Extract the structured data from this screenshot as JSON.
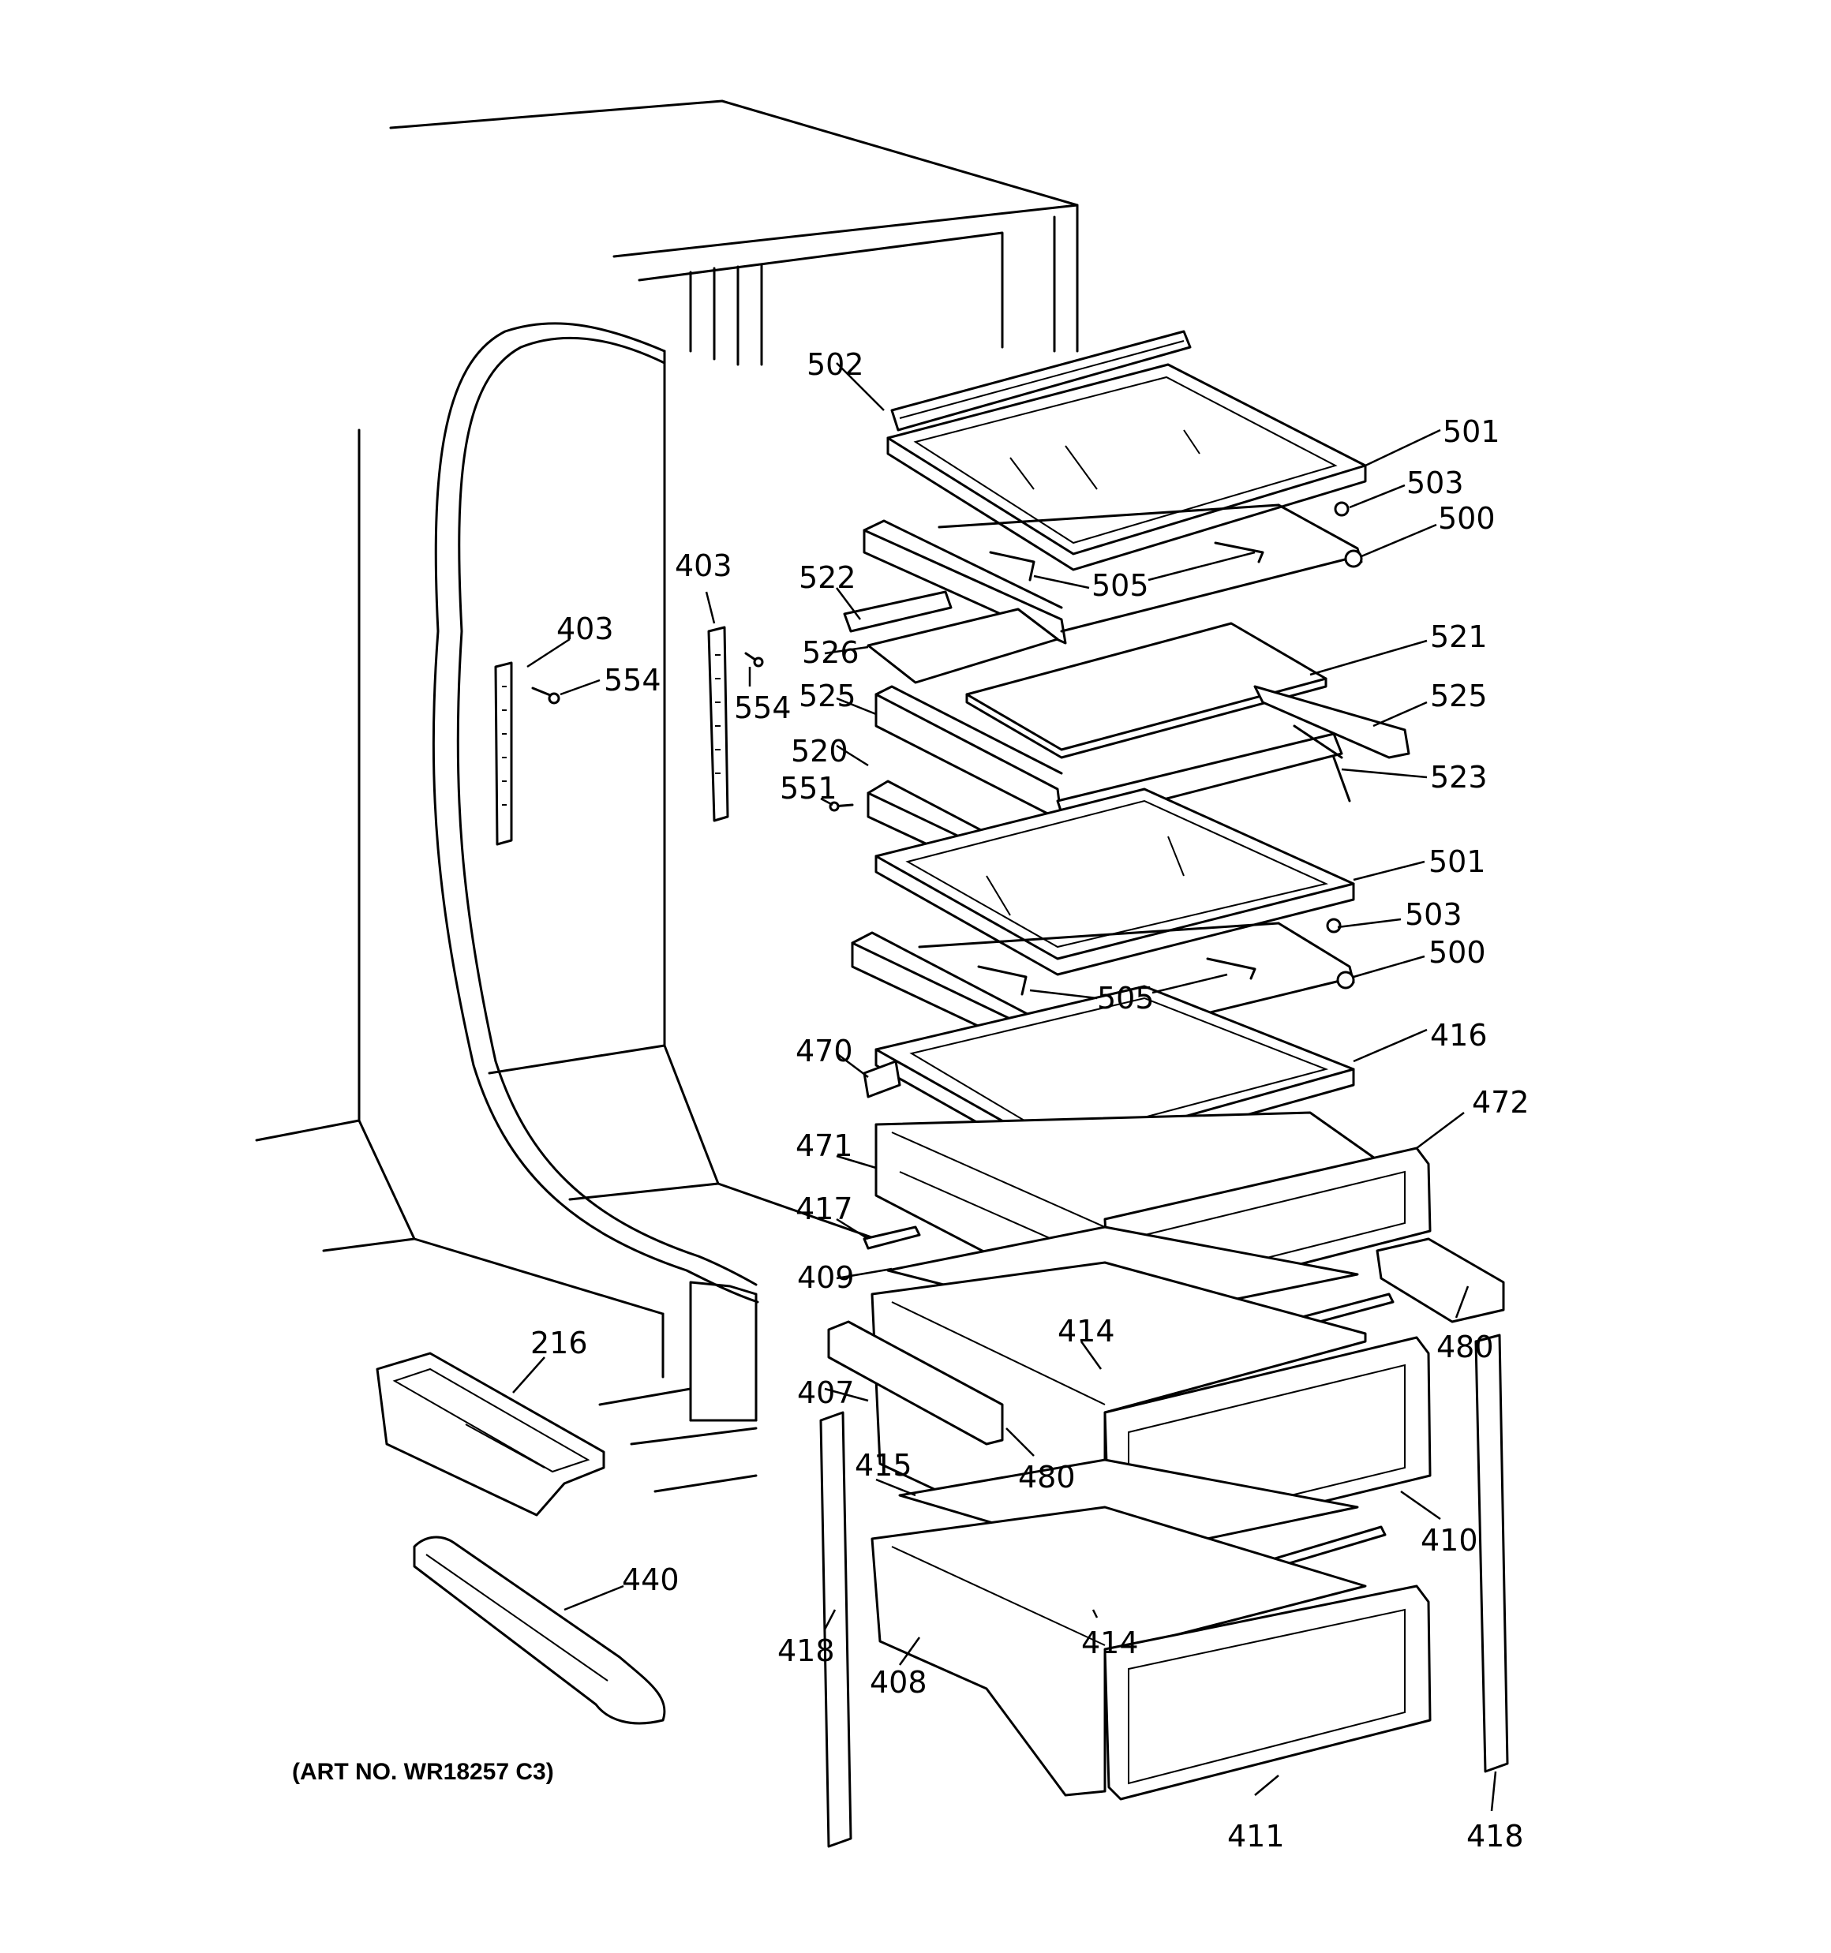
{
  "diagram": {
    "art_number": "(ART NO. WR18257 C3)",
    "part_labels": {
      "p502": "502",
      "p501a": "501",
      "p503a": "503",
      "p500a": "500",
      "p505a": "505",
      "p522": "522",
      "p526": "526",
      "p521": "521",
      "p525l": "525",
      "p525r": "525",
      "p520": "520",
      "p523": "523",
      "p551": "551",
      "p501b": "501",
      "p503b": "503",
      "p500b": "500",
      "p505b": "505",
      "p470": "470",
      "p416": "416",
      "p472": "472",
      "p471": "471",
      "p417": "417",
      "p409": "409",
      "p414a": "414",
      "p480r": "480",
      "p407": "407",
      "p480m": "480",
      "p415": "415",
      "p410": "410",
      "p414b": "414",
      "p418l": "418",
      "p408": "408",
      "p411": "411",
      "p418r": "418",
      "p403l": "403",
      "p554l": "554",
      "p403r": "403",
      "p554r": "554",
      "p216": "216",
      "p440": "440"
    }
  }
}
